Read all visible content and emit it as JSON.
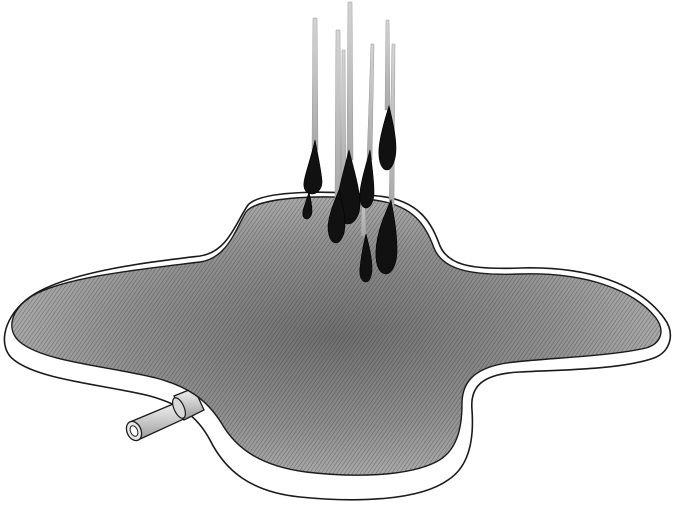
{
  "illustration": {
    "subject": "drip-tray",
    "elements": [
      "tray-rim",
      "tray-surface",
      "drain-fitting",
      "falling-drops",
      "drip-streaks"
    ],
    "colors": {
      "background": "#ffffff",
      "rim_fill": "#ffffff",
      "outline": "#1a1a1a",
      "surface_light": "#b8b8b8",
      "surface_dark": "#6e6e6e",
      "hatch": "#2a2a2a",
      "drop": "#111111",
      "streak": "#cfcfcf"
    },
    "drop_count": 8
  }
}
